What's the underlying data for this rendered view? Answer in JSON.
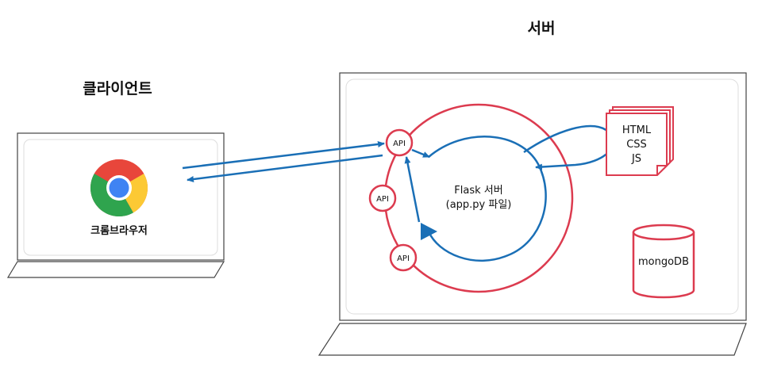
{
  "client": {
    "title": "클라이언트",
    "browser_label": "크롬브라우저",
    "browser_icon": "chrome-logo-icon"
  },
  "server": {
    "title": "서버",
    "flask_label_line1": "Flask 서버",
    "flask_label_line2": "(app.py 파일)",
    "api_labels": [
      "API",
      "API",
      "API"
    ],
    "files_labels": [
      "HTML",
      "CSS",
      "JS"
    ],
    "db_label": "mongoDB"
  },
  "colors": {
    "red": "#dc3b4f",
    "blue": "#1a6fb6",
    "frame": "#444444"
  }
}
